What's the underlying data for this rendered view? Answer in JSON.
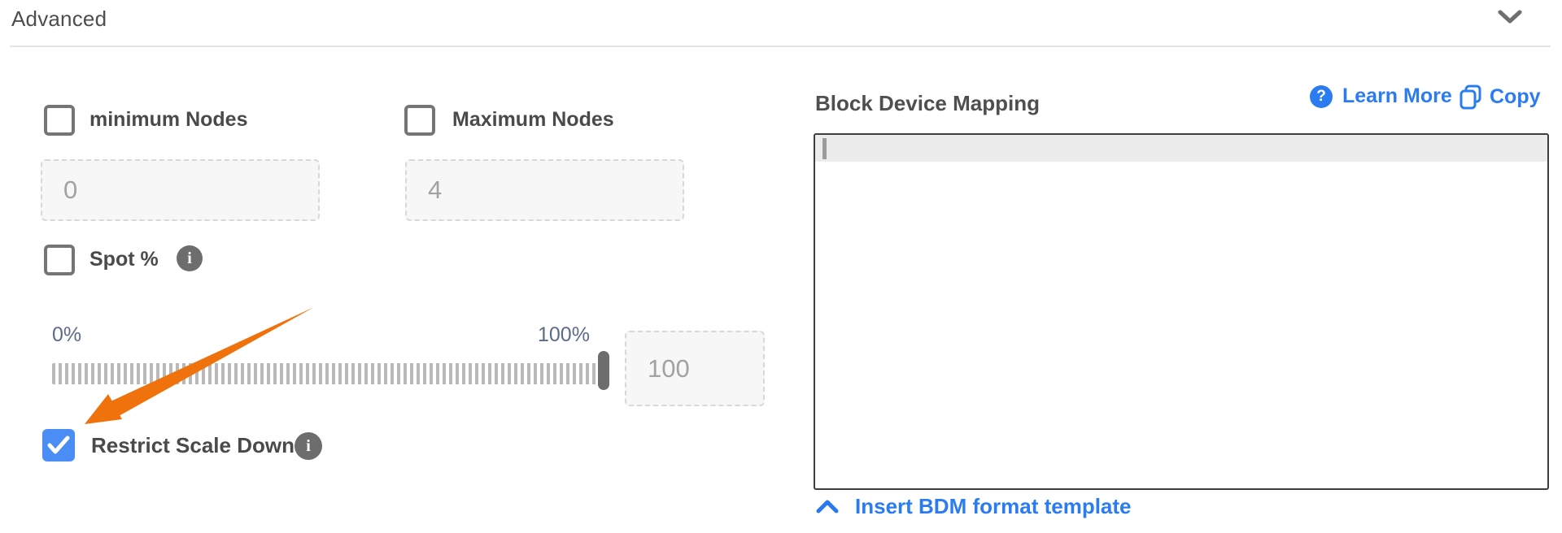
{
  "header": {
    "title": "Advanced"
  },
  "left": {
    "min_nodes": {
      "label": "minimum Nodes",
      "value": "0",
      "checked": false
    },
    "max_nodes": {
      "label": "Maximum Nodes",
      "value": "4",
      "checked": false
    },
    "spot": {
      "label": "Spot %"
    },
    "slider": {
      "min_label": "0%",
      "max_label": "100%",
      "value": "100"
    },
    "restrict": {
      "label": "Restrict Scale Down",
      "checked": true
    }
  },
  "right": {
    "title": "Block Device Mapping",
    "learn_more_label": "Learn More",
    "copy_label": "Copy",
    "editor_value": "",
    "insert_template_label": "Insert BDM format template"
  },
  "icons": {
    "question_glyph": "?",
    "info_glyph": "i"
  },
  "colors": {
    "checkbox_checked": "#4a8ef5",
    "link_blue": "#2b7cf0",
    "annotation_orange": "#f0720c",
    "slider_label": "#5c6b89",
    "label_gray": "#4a4a4a"
  }
}
